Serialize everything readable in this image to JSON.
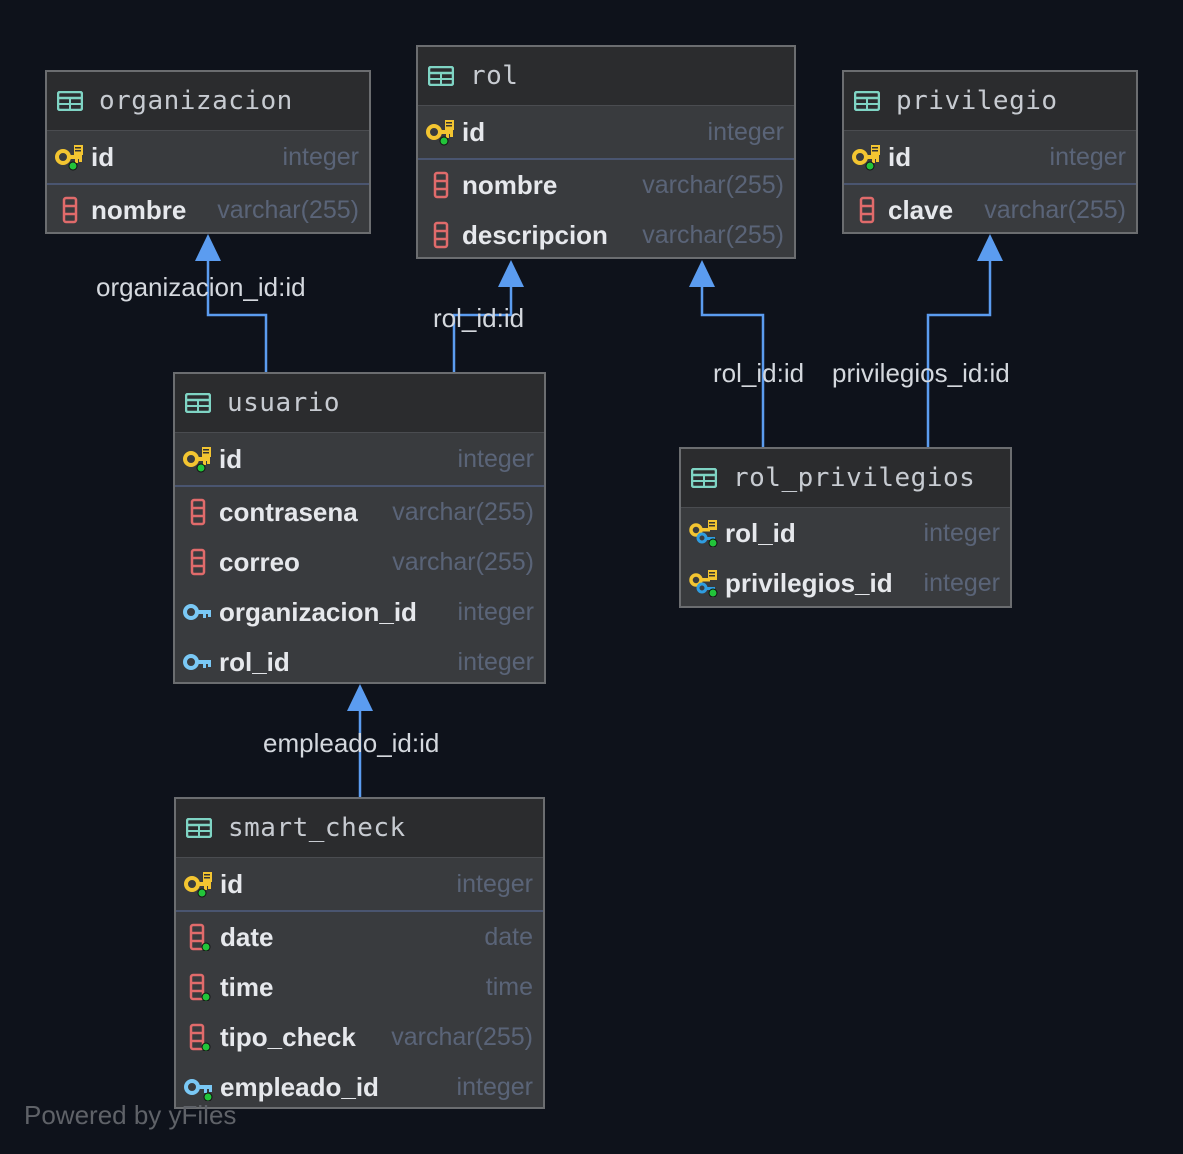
{
  "colors": {
    "background": "#0e121b",
    "edge": "#5b9cf0",
    "table_header": "#2b2c2e",
    "table_body": "#393b3e",
    "primary_key_icon": "#f3c531",
    "foreign_key_icon": "#7ac8f5",
    "column_icon": "#e06b6b",
    "table_icon": "#7fd4c4"
  },
  "tables": {
    "organizacion": {
      "name": "organizacion",
      "columns": [
        {
          "name": "id",
          "type": "integer",
          "icon": "primary-key-icon"
        },
        {
          "name": "nombre",
          "type": "varchar(255)",
          "icon": "column-icon"
        }
      ]
    },
    "rol": {
      "name": "rol",
      "columns": [
        {
          "name": "id",
          "type": "integer",
          "icon": "primary-key-icon"
        },
        {
          "name": "nombre",
          "type": "varchar(255)",
          "icon": "column-icon"
        },
        {
          "name": "descripcion",
          "type": "varchar(255)",
          "icon": "column-icon"
        }
      ]
    },
    "privilegio": {
      "name": "privilegio",
      "columns": [
        {
          "name": "id",
          "type": "integer",
          "icon": "primary-key-icon"
        },
        {
          "name": "clave",
          "type": "varchar(255)",
          "icon": "column-icon"
        }
      ]
    },
    "usuario": {
      "name": "usuario",
      "columns": [
        {
          "name": "id",
          "type": "integer",
          "icon": "primary-key-icon"
        },
        {
          "name": "contrasena",
          "type": "varchar(255)",
          "icon": "column-icon"
        },
        {
          "name": "correo",
          "type": "varchar(255)",
          "icon": "column-icon"
        },
        {
          "name": "organizacion_id",
          "type": "integer",
          "icon": "foreign-key-icon"
        },
        {
          "name": "rol_id",
          "type": "integer",
          "icon": "foreign-key-icon"
        }
      ]
    },
    "rol_privilegios": {
      "name": "rol_privilegios",
      "columns": [
        {
          "name": "rol_id",
          "type": "integer",
          "icon": "primary-foreign-key-icon"
        },
        {
          "name": "privilegios_id",
          "type": "integer",
          "icon": "primary-foreign-key-icon"
        }
      ]
    },
    "smart_check": {
      "name": "smart_check",
      "columns": [
        {
          "name": "id",
          "type": "integer",
          "icon": "primary-key-icon"
        },
        {
          "name": "date",
          "type": "date",
          "icon": "not-null-column-icon"
        },
        {
          "name": "time",
          "type": "time",
          "icon": "not-null-column-icon"
        },
        {
          "name": "tipo_check",
          "type": "varchar(255)",
          "icon": "not-null-column-icon"
        },
        {
          "name": "empleado_id",
          "type": "integer",
          "icon": "not-null-foreign-key-icon"
        }
      ]
    }
  },
  "relations": {
    "usuario_organizacion": "organizacion_id:id",
    "usuario_rol": "rol_id:id",
    "rol_privilegios_rol": "rol_id:id",
    "rol_privilegios_privilegio": "privilegios_id:id",
    "smart_check_usuario": "empleado_id:id"
  },
  "footer": "Powered by yFiles"
}
